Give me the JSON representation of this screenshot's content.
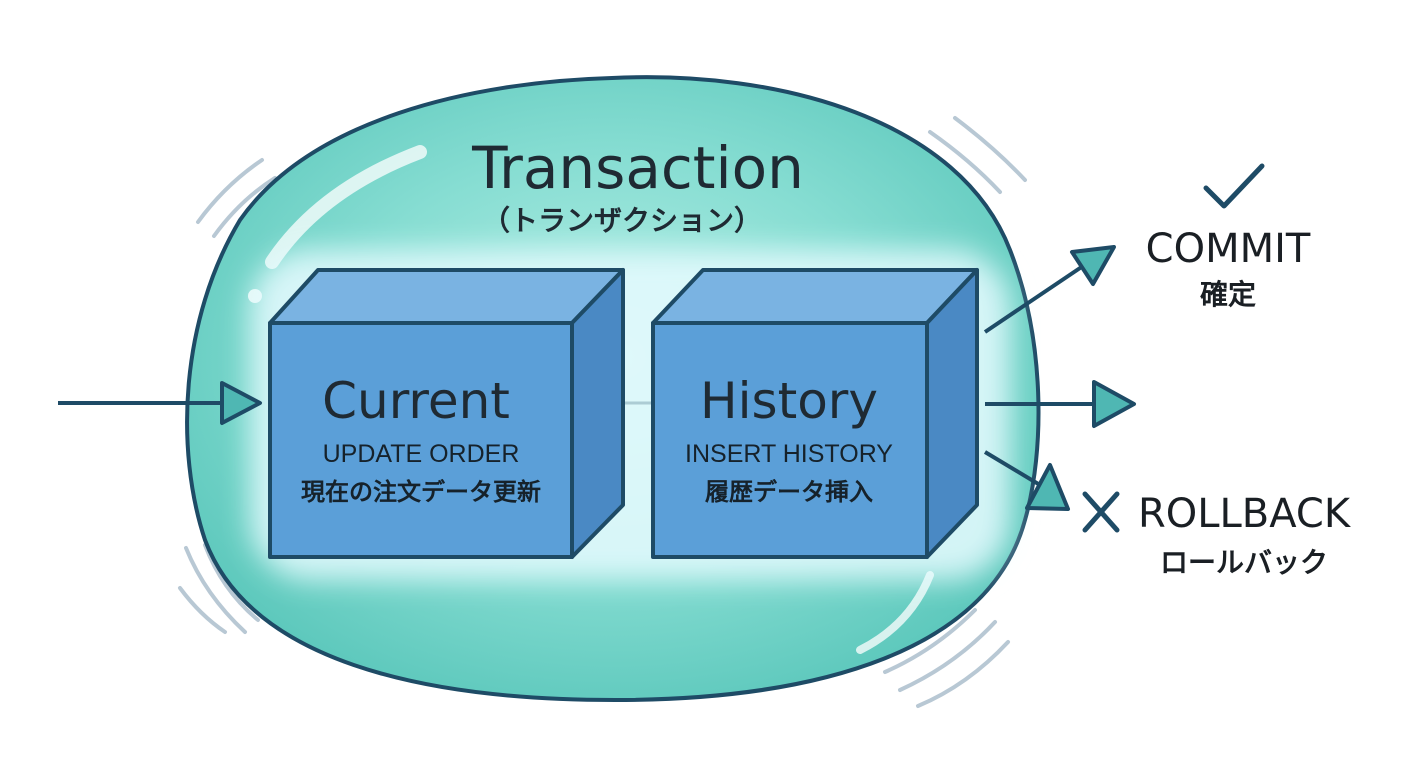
{
  "transaction": {
    "title": "Transaction",
    "subtitle": "（トランザクション）"
  },
  "steps": [
    {
      "title": "Current",
      "line1": "UPDATE ORDER",
      "line2": "現在の注文データ更新"
    },
    {
      "title": "History",
      "line1": "INSERT HISTORY",
      "line2": "履歴データ挿入"
    }
  ],
  "outcomes": {
    "commit": {
      "label": "COMMIT",
      "label_jp": "確定",
      "icon": "check-icon"
    },
    "rollback": {
      "label": "ROLLBACK",
      "label_jp": "ロールバック",
      "icon": "cross-icon"
    }
  },
  "colors": {
    "outline": "#1e4b66",
    "bubble_fill": "#6fd3c6",
    "box_front": "#5b9fd8",
    "box_top": "#7ab3e2",
    "box_side": "#4a89c4",
    "arrow_fill": "#4fb7b3",
    "motion_lines": "#b8c8d4"
  }
}
